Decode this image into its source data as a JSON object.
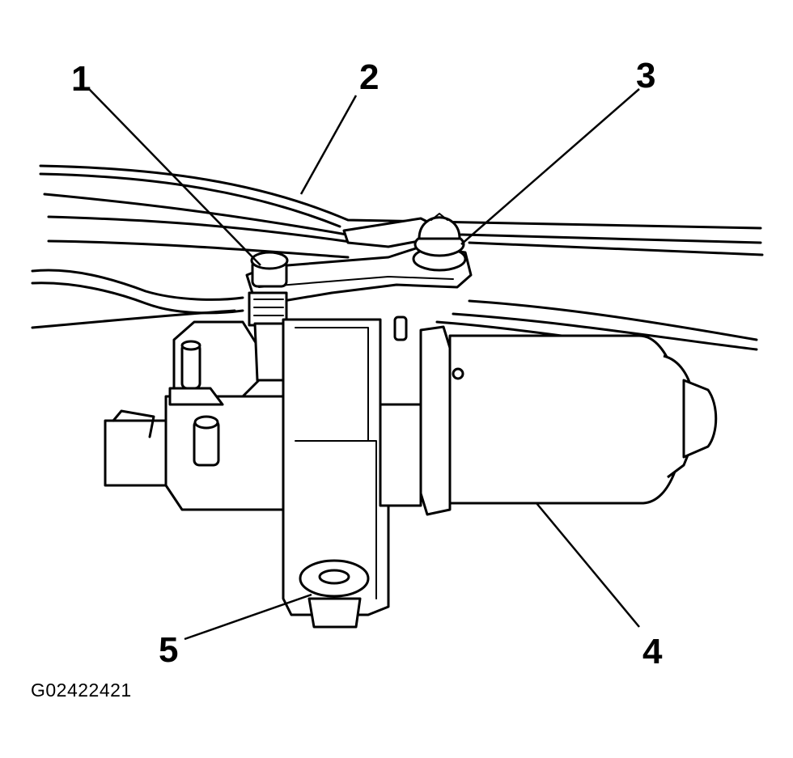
{
  "callouts": [
    {
      "id": "1",
      "label": "1"
    },
    {
      "id": "2",
      "label": "2"
    },
    {
      "id": "3",
      "label": "3"
    },
    {
      "id": "4",
      "label": "4"
    },
    {
      "id": "5",
      "label": "5"
    }
  ],
  "figure_id": "G02422421"
}
